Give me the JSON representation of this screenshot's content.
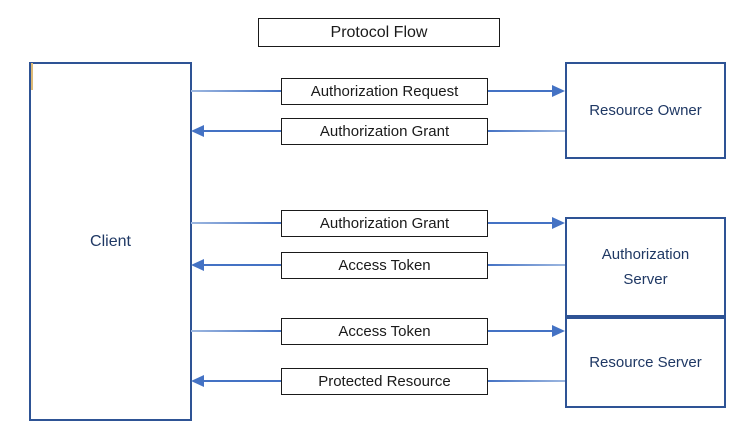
{
  "title": "Protocol Flow",
  "client": {
    "label": "Client"
  },
  "actors": [
    {
      "id": "resource-owner",
      "label": "Resource Owner"
    },
    {
      "id": "authorization-server",
      "label": "Authorization Server"
    },
    {
      "id": "resource-server",
      "label": "Resource Server"
    }
  ],
  "flows": [
    {
      "label": "Authorization Request",
      "direction": "right",
      "from": "Client",
      "to": "Resource Owner"
    },
    {
      "label": "Authorization Grant",
      "direction": "left",
      "from": "Resource Owner",
      "to": "Client"
    },
    {
      "label": "Authorization Grant",
      "direction": "right",
      "from": "Client",
      "to": "Authorization Server"
    },
    {
      "label": "Access Token",
      "direction": "left",
      "from": "Authorization Server",
      "to": "Client"
    },
    {
      "label": "Access Token",
      "direction": "right",
      "from": "Client",
      "to": "Resource Server"
    },
    {
      "label": "Protected Resource",
      "direction": "left",
      "from": "Resource Server",
      "to": "Client"
    }
  ],
  "colors": {
    "entity_border": "#2E5395",
    "entity_text": "#1F3864",
    "arrow": "#4472C4",
    "label_border": "#1a1a1a",
    "label_text": "#1a1a1a",
    "background": "#ffffff"
  }
}
